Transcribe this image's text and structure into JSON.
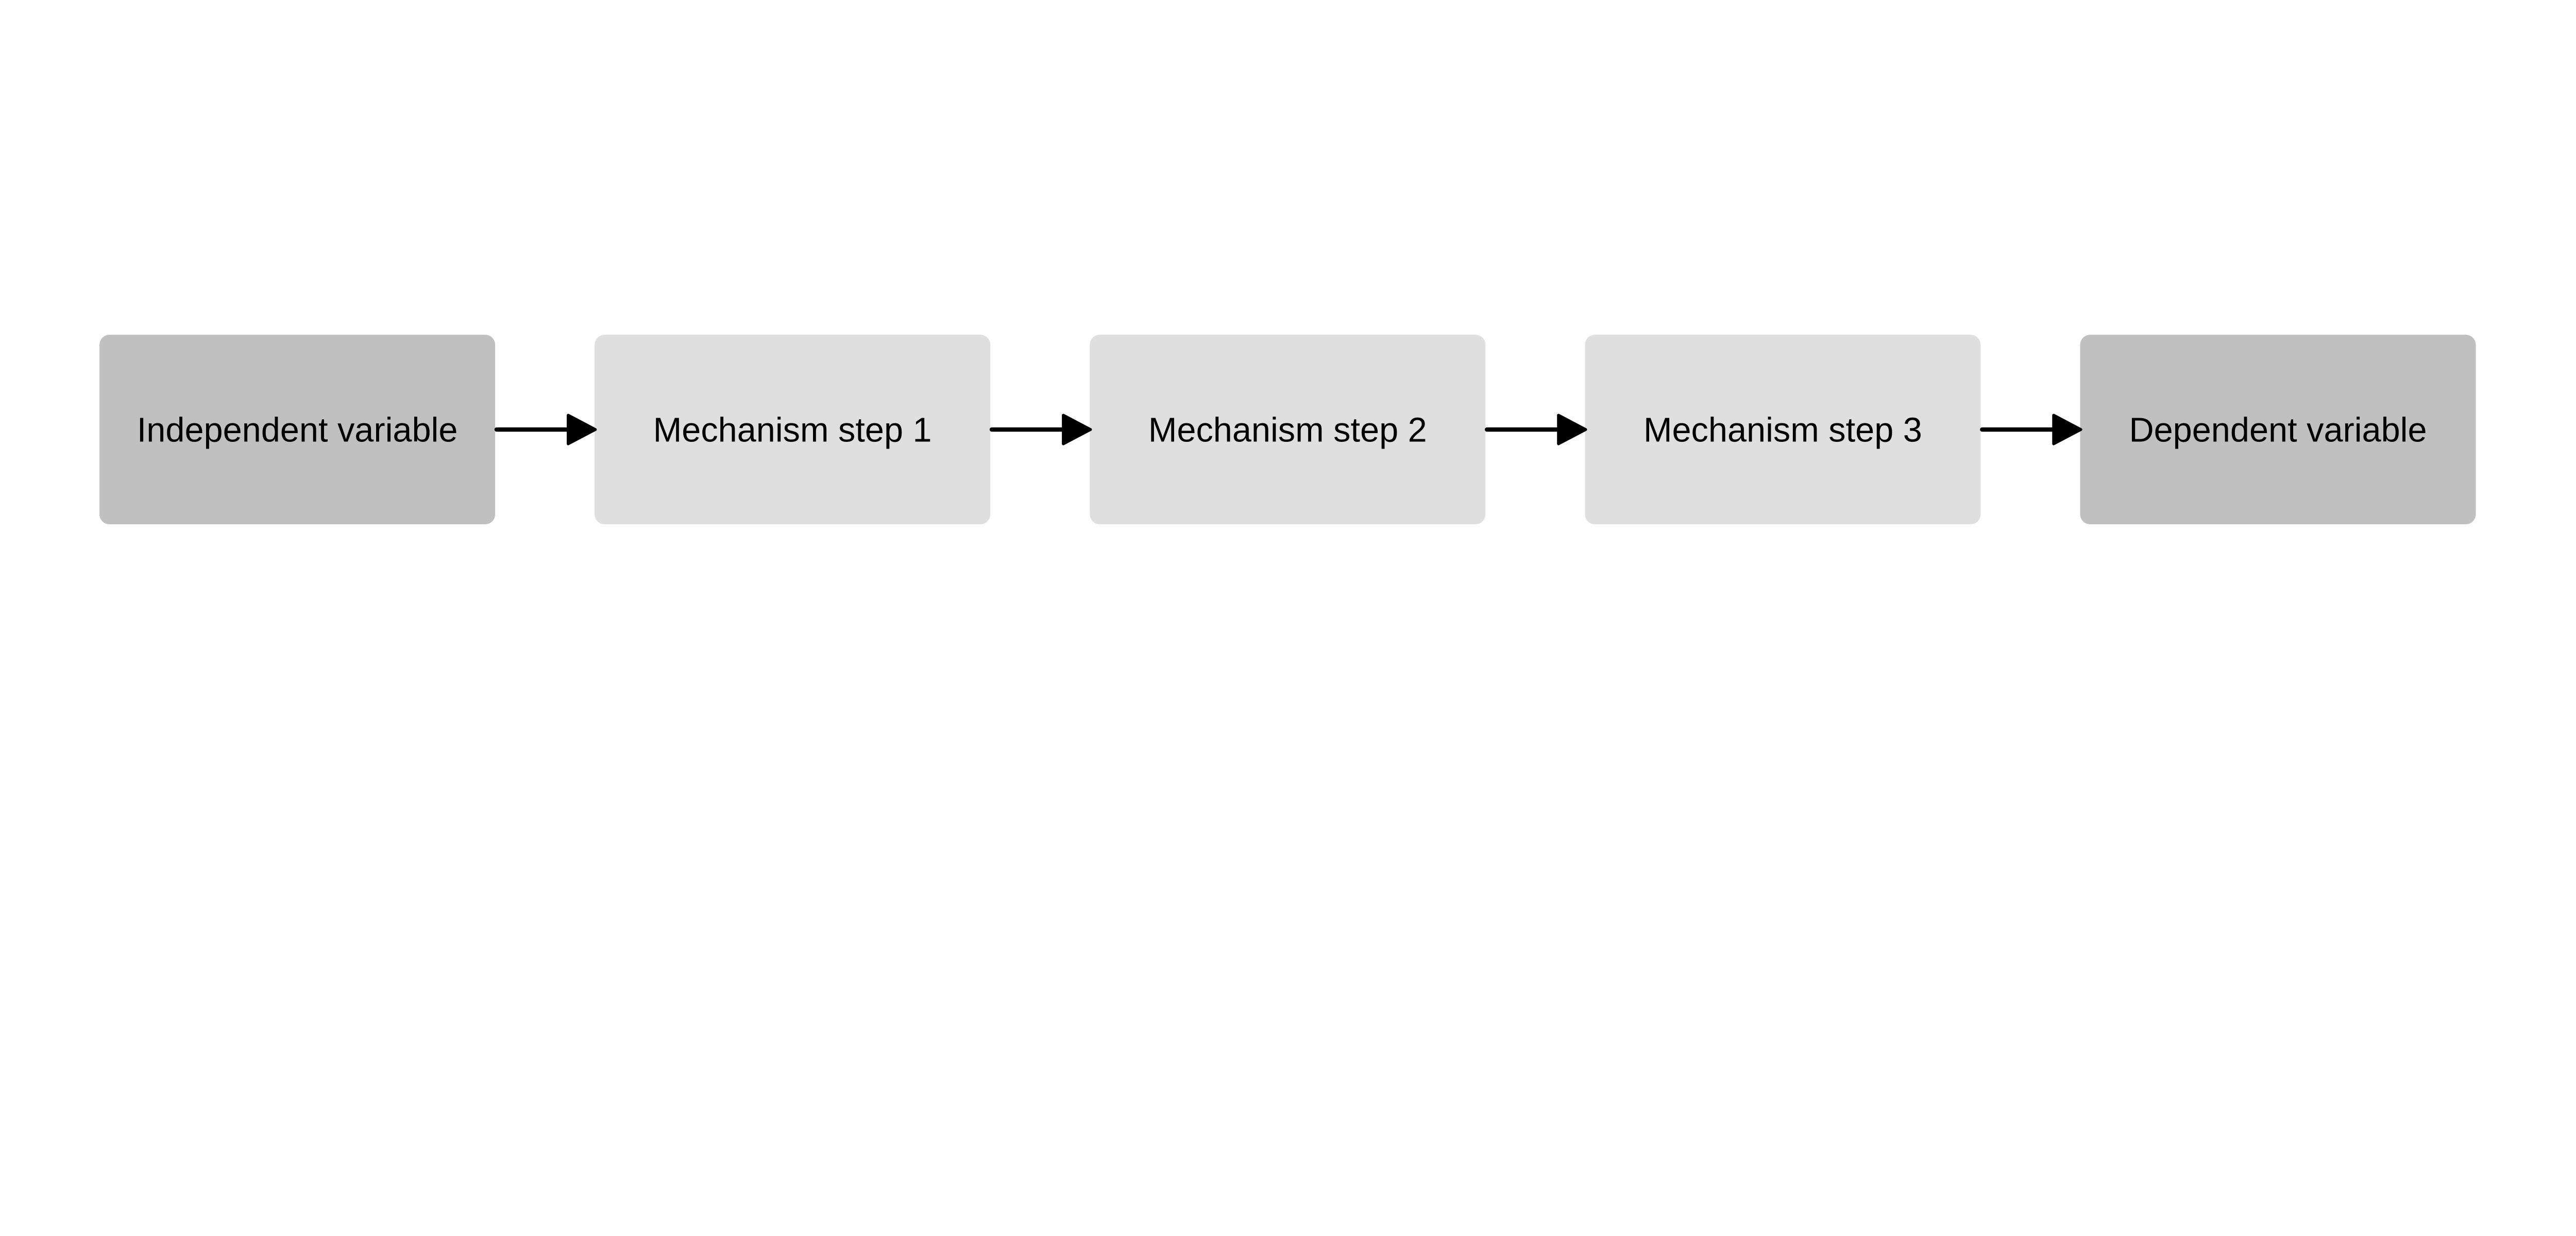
{
  "nodes": [
    {
      "label": "Independent variable",
      "role": "endpoint",
      "color": "#c0c0c0"
    },
    {
      "label": "Mechanism step 1",
      "role": "mechanism",
      "color": "#dfdfdf"
    },
    {
      "label": "Mechanism step 2",
      "role": "mechanism",
      "color": "#dfdfdf"
    },
    {
      "label": "Mechanism step 3",
      "role": "mechanism",
      "color": "#dfdfdf"
    },
    {
      "label": "Dependent variable",
      "role": "endpoint",
      "color": "#c0c0c0"
    }
  ],
  "edges": [
    {
      "from": 0,
      "to": 1
    },
    {
      "from": 1,
      "to": 2
    },
    {
      "from": 2,
      "to": 3
    },
    {
      "from": 3,
      "to": 4
    }
  ],
  "arrow_color": "#000000"
}
